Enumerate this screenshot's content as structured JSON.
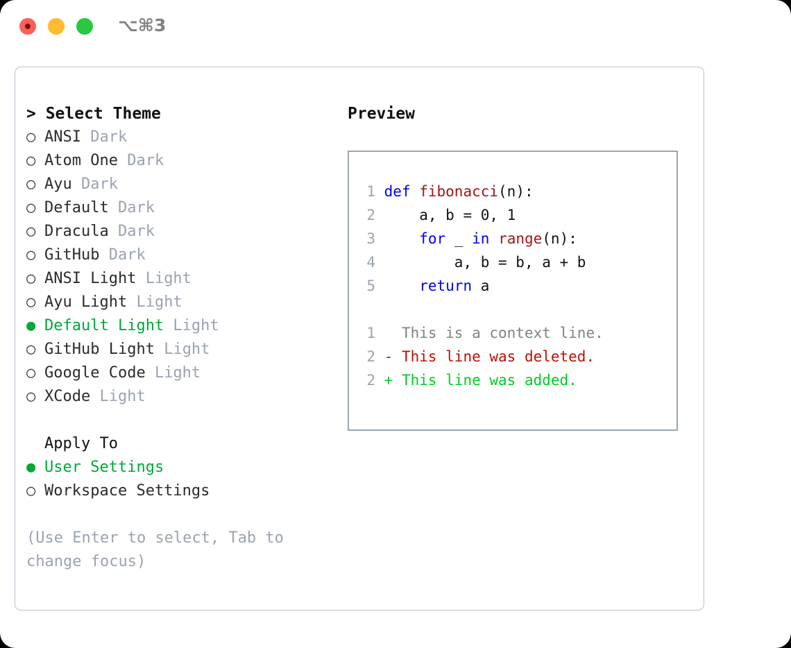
{
  "titlebar": {
    "shortcut": "⌥⌘3",
    "buttons": [
      {
        "name": "close",
        "color": "#ff5f57"
      },
      {
        "name": "minimize",
        "color": "#febc2e"
      },
      {
        "name": "maximize",
        "color": "#28c840"
      }
    ]
  },
  "colors": {
    "selected_green": "#00a83a",
    "muted": "#9aa3b0",
    "panel_border": "#b9c0cc",
    "preview_border": "#9aa5b5",
    "keyword_blue": "#0000ee",
    "function_red": "#a31515",
    "diff_deleted": "#bb1100",
    "diff_added": "#00cc22"
  },
  "theme_list": {
    "header": "> Select Theme",
    "marker_selected": "●",
    "marker_unselected": "○",
    "items": [
      {
        "label": "ANSI",
        "kind": "Dark",
        "selected": false
      },
      {
        "label": "Atom One",
        "kind": "Dark",
        "selected": false
      },
      {
        "label": "Ayu",
        "kind": "Dark",
        "selected": false
      },
      {
        "label": "Default",
        "kind": "Dark",
        "selected": false
      },
      {
        "label": "Dracula",
        "kind": "Dark",
        "selected": false
      },
      {
        "label": "GitHub",
        "kind": "Dark",
        "selected": false
      },
      {
        "label": "ANSI Light",
        "kind": "Light",
        "selected": false
      },
      {
        "label": "Ayu Light",
        "kind": "Light",
        "selected": false
      },
      {
        "label": "Default Light",
        "kind": "Light",
        "selected": true
      },
      {
        "label": "GitHub Light",
        "kind": "Light",
        "selected": false
      },
      {
        "label": "Google Code",
        "kind": "Light",
        "selected": false
      },
      {
        "label": "XCode",
        "kind": "Light",
        "selected": false
      }
    ]
  },
  "apply_to": {
    "title": "Apply To",
    "items": [
      {
        "label": "User Settings",
        "selected": true
      },
      {
        "label": "Workspace Settings",
        "selected": false
      }
    ]
  },
  "hint": "(Use Enter to select, Tab to change focus)",
  "preview": {
    "header": "Preview",
    "code_lines": [
      {
        "num": "1",
        "tokens": [
          {
            "t": "def ",
            "c": "kw"
          },
          {
            "t": "fibonacci",
            "c": "fn"
          },
          {
            "t": "(n):",
            "c": "txt"
          }
        ]
      },
      {
        "num": "2",
        "tokens": [
          {
            "t": "    a, b = 0, 1",
            "c": "txt"
          }
        ]
      },
      {
        "num": "3",
        "tokens": [
          {
            "t": "    ",
            "c": "txt"
          },
          {
            "t": "for",
            "c": "kw"
          },
          {
            "t": " _ ",
            "c": "txt"
          },
          {
            "t": "in",
            "c": "kw"
          },
          {
            "t": " ",
            "c": "txt"
          },
          {
            "t": "range",
            "c": "bi"
          },
          {
            "t": "(n):",
            "c": "txt"
          }
        ]
      },
      {
        "num": "4",
        "tokens": [
          {
            "t": "        a, b = b, a + b",
            "c": "txt"
          }
        ]
      },
      {
        "num": "5",
        "tokens": [
          {
            "t": "    ",
            "c": "txt"
          },
          {
            "t": "return",
            "c": "kw"
          },
          {
            "t": " a",
            "c": "txt"
          }
        ]
      }
    ],
    "diff_lines": [
      {
        "num": "1",
        "text": "  This is a context line.",
        "c": "ctx"
      },
      {
        "num": "2",
        "text": "- This line was deleted.",
        "c": "del"
      },
      {
        "num": "2",
        "text": "+ This line was added.",
        "c": "add"
      }
    ]
  }
}
